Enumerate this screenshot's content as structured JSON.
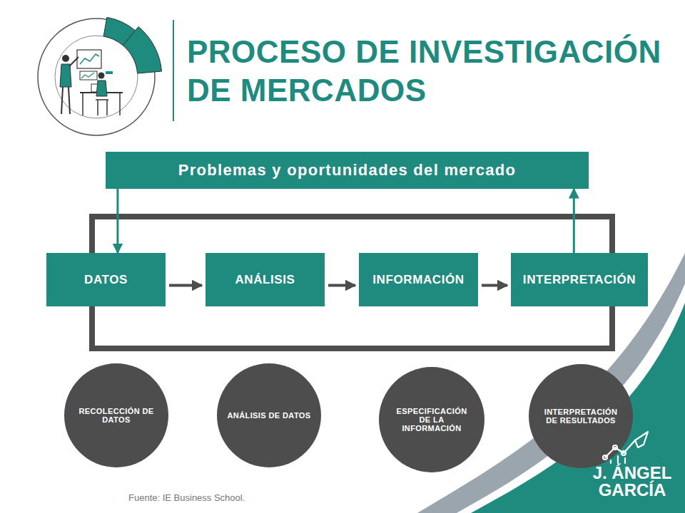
{
  "diagram": {
    "title": "PROCESO DE INVESTIGACIÓN DE MERCADOS",
    "nodes": [
      {
        "text": [
          "Problemas y oportunidades del mercado"
        ]
      },
      {
        "text": [
          "DATOS"
        ]
      },
      {
        "text": [
          "ANÁLISIS"
        ]
      },
      {
        "text": [
          "INFORMACIÓN"
        ]
      },
      {
        "text": [
          "INTERPRETACIÓN"
        ]
      },
      {
        "text": [
          "RECOLECCIÓN DE DATOS"
        ]
      },
      {
        "text": [
          "ANÁLISIS DE DATOS"
        ]
      },
      {
        "text": [
          "ESPECIFICACIÓN DE LA INFORMACIÓN"
        ]
      },
      {
        "text": [
          "INTERPRETACIÓN DE RESULTADOS"
        ]
      }
    ],
    "edges": [
      {
        "from": 0,
        "to": 1,
        "arrow": "to"
      },
      {
        "from": 1,
        "to": 2,
        "arrow": "to"
      },
      {
        "from": 2,
        "to": 3,
        "arrow": "to"
      },
      {
        "from": 3,
        "to": 4,
        "arrow": "to"
      },
      {
        "from": 4,
        "to": 0,
        "arrow": "to"
      }
    ],
    "labels": [
      "Fuente: IE Business School.",
      "J. ÁNGEL GARCÍA"
    ]
  }
}
